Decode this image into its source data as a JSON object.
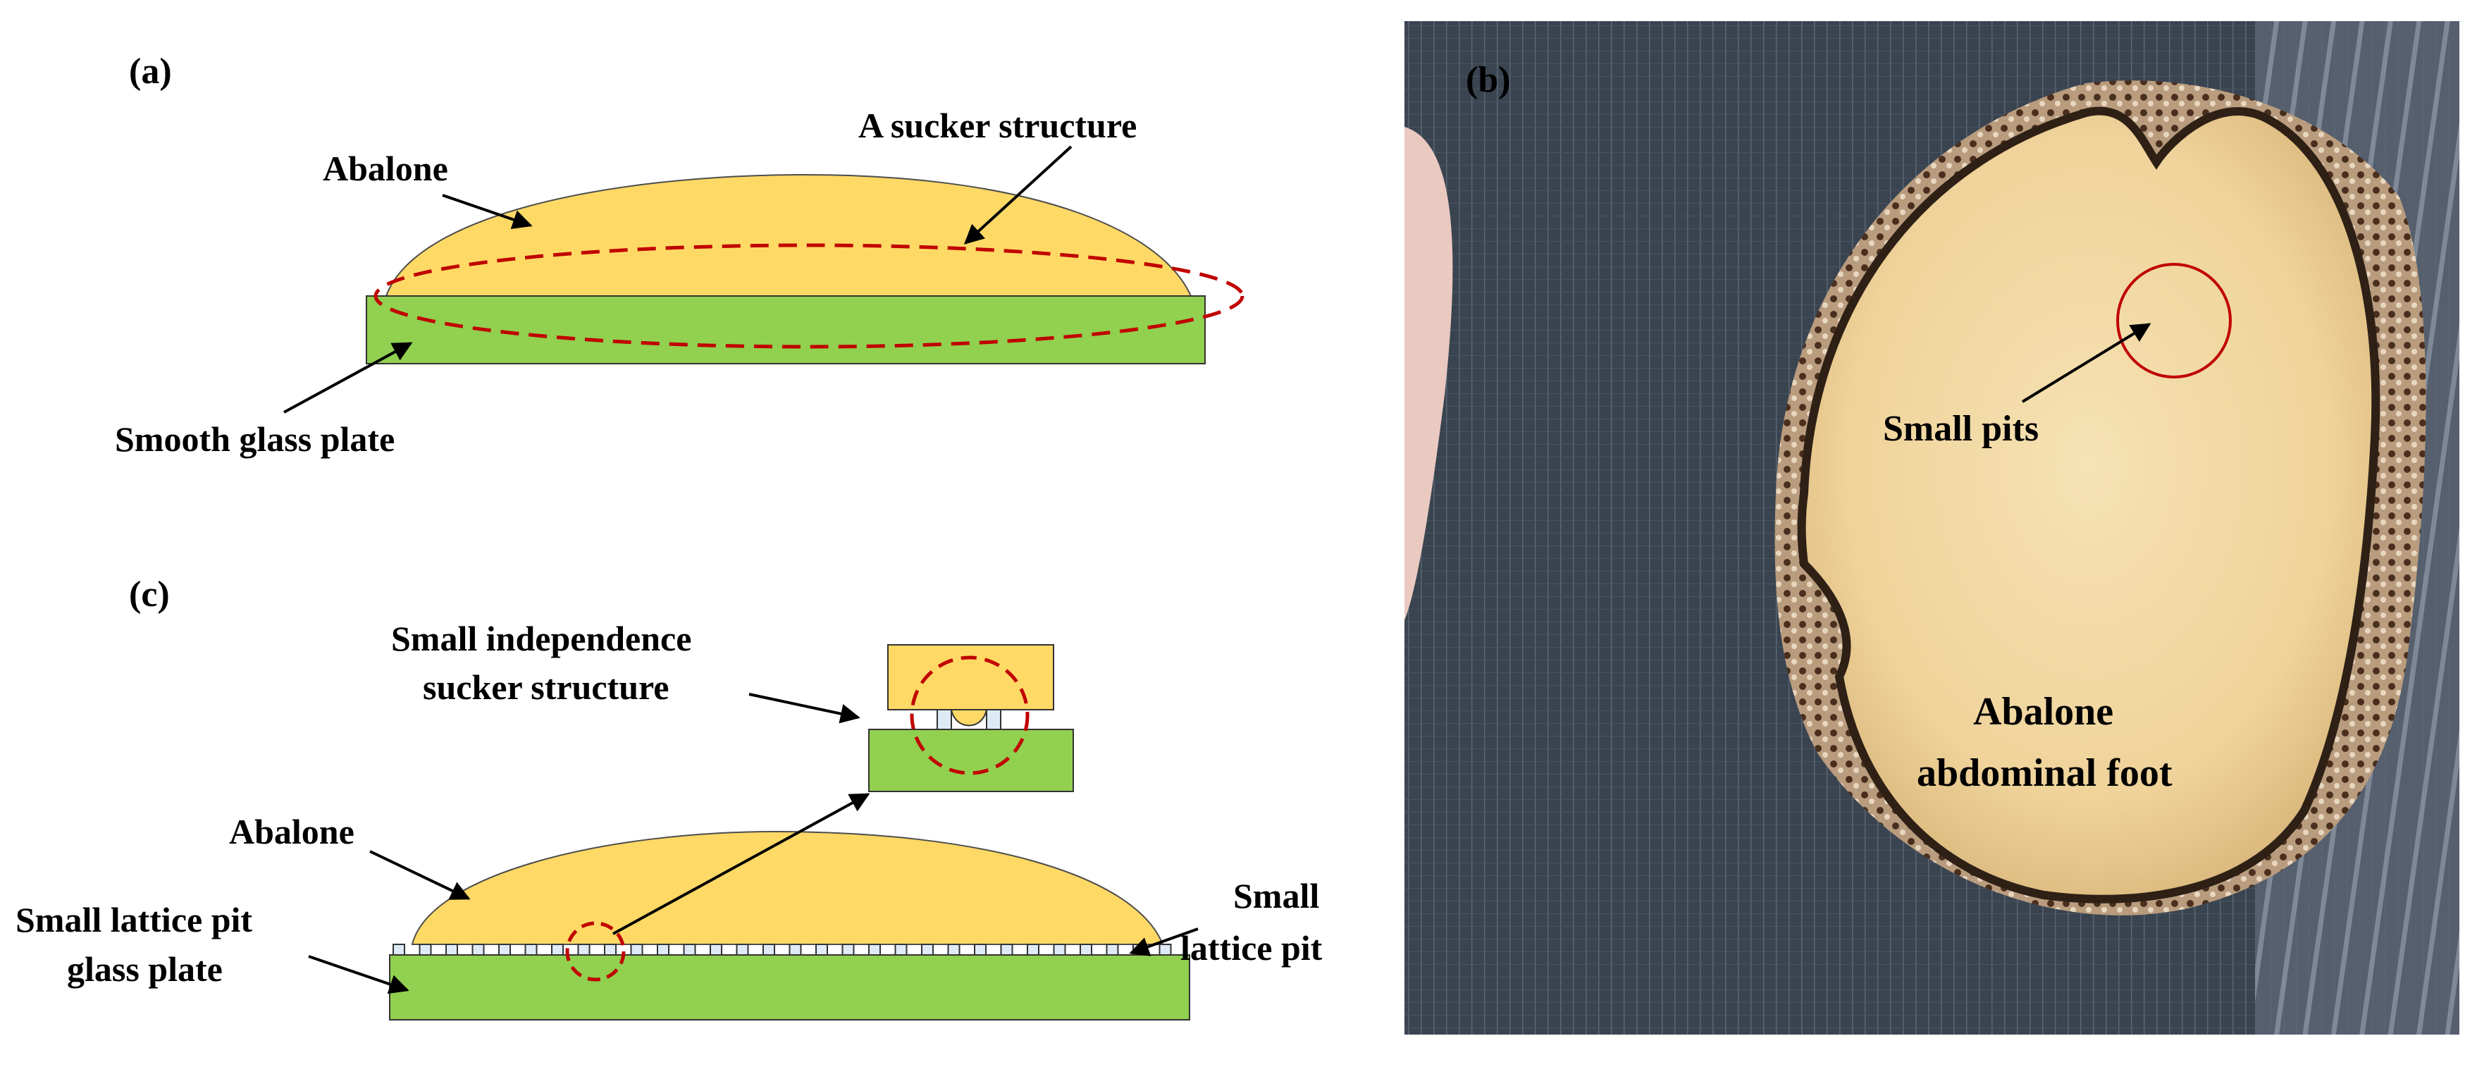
{
  "panel_a": {
    "label": "(a)",
    "abalone_label": "Abalone",
    "sucker_label": "A sucker structure",
    "plate_label": "Smooth glass plate"
  },
  "panel_b": {
    "label": "(b)",
    "pits_label": "Small pits",
    "foot_label_line1": "Abalone",
    "foot_label_line2": "abdominal foot"
  },
  "panel_c": {
    "label": "(c)",
    "independence_line1": "Small independence",
    "independence_line2": "sucker structure",
    "abalone_label": "Abalone",
    "plate_line1": "Small lattice pit",
    "plate_line2": "glass plate",
    "pit_line1": "Small",
    "pit_line2": "lattice pit"
  },
  "colors": {
    "abalone_fill": "#FFD966",
    "plate_fill": "#92D050",
    "sucker_outline": "#C00000",
    "pit_fill": "#DEEBF7"
  }
}
